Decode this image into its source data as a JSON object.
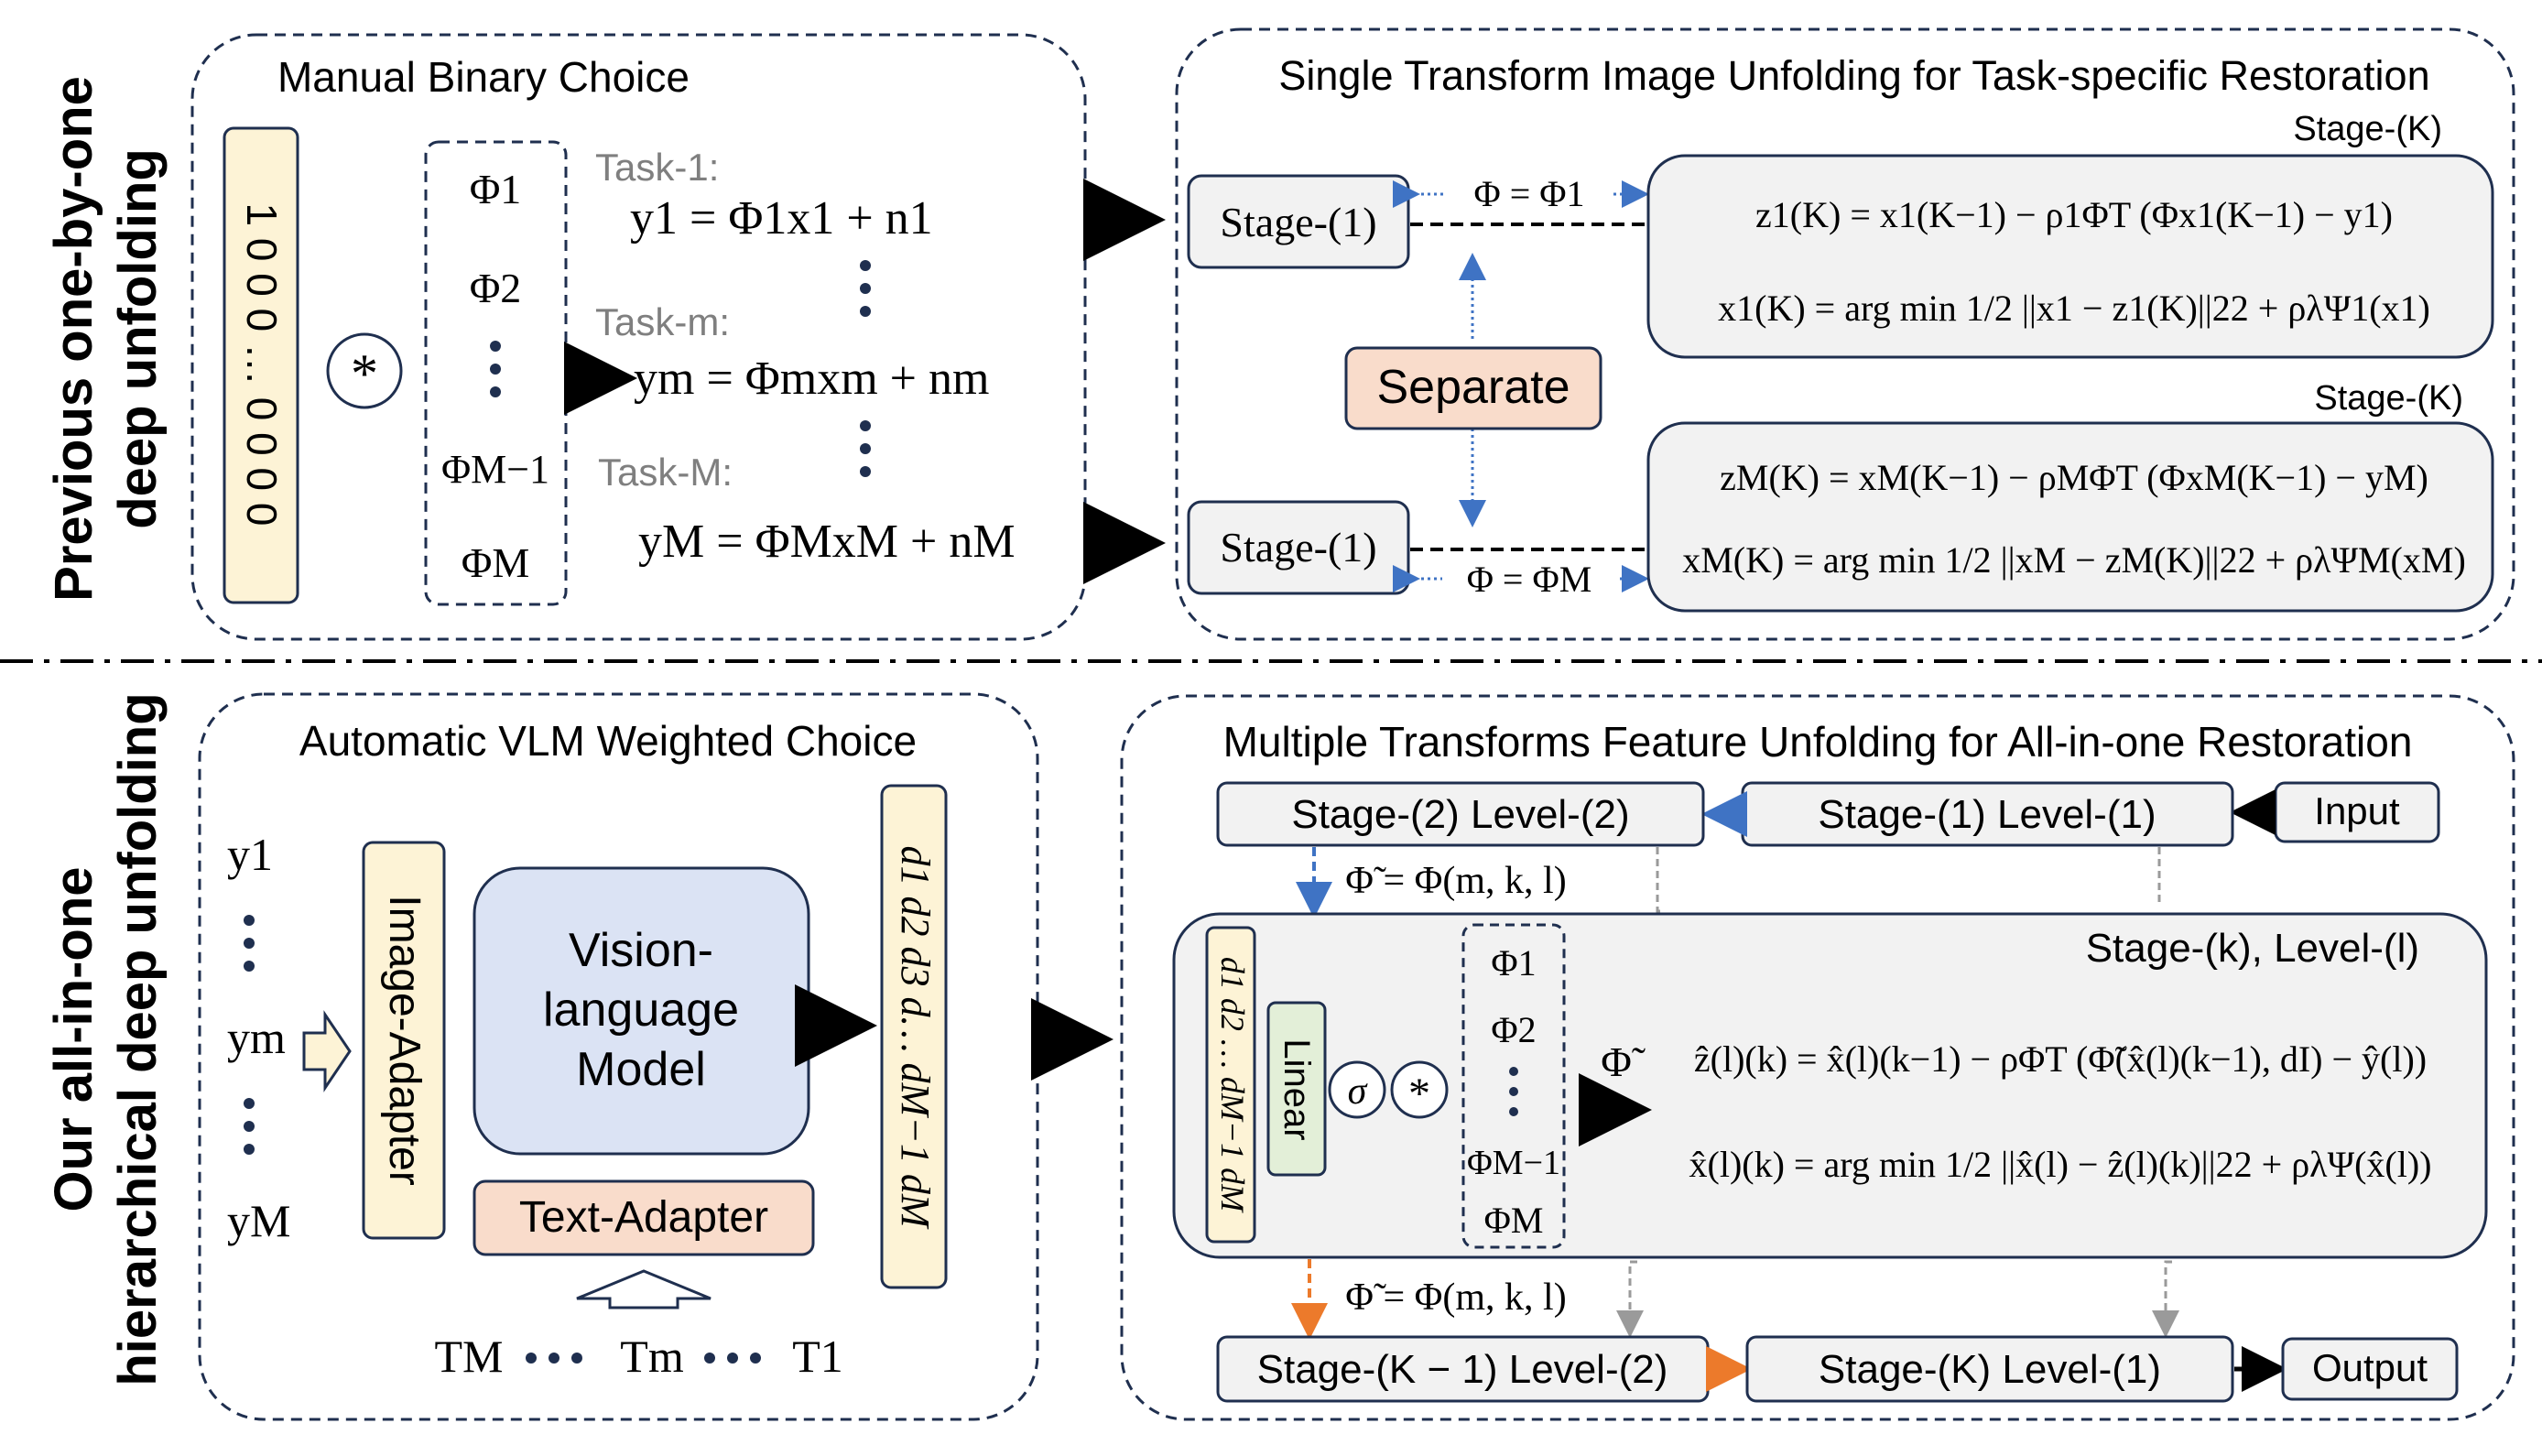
{
  "top": {
    "side_label_line1": "Previous one-by-one",
    "side_label_line2": "deep unfolding",
    "left_panel": {
      "title": "Manual Binary Choice",
      "binary_vector": "1 0 0 0 … 0 0 0 0",
      "conv_symbol": "*",
      "phis": [
        "Φ1",
        "Φ2",
        "ΦM−1",
        "ΦM"
      ],
      "tasks": [
        {
          "label": "Task-1:",
          "equation": "y1 = Φ1x1 + n1"
        },
        {
          "label": "Task-m:",
          "equation": "ym = Φmxm + nm"
        },
        {
          "label": "Task-M:",
          "equation": "yM = ΦMxM + nM"
        }
      ]
    },
    "right_panel": {
      "title": "Single Transform Image Unfolding for Task-specific Restoration",
      "stage1_label": "Stage-(1)",
      "stage1b_label": "Stage-(1)",
      "stageK_label_a": "Stage-(K)",
      "stageK_label_b": "Stage-(K)",
      "separate_label": "Separate",
      "phi_top": "Φ = Φ1",
      "phi_bottom": "Φ = ΦM",
      "eq_top_z": "z1(K) = x1(K−1) − ρ1ΦT (Φx1(K−1) − y1)",
      "eq_top_x": "x1(K) = arg min 1/2 ||x1 − z1(K)||22 + ρλΨ1(x1)",
      "eq_bottom_z": "zM(K) = xM(K−1) − ρMΦT (ΦxM(K−1) − yM)",
      "eq_bottom_x": "xM(K) = arg min 1/2 ||xM − zM(K)||22 + ρλΨM(xM)"
    }
  },
  "bottom": {
    "side_label_line1": "Our all-in-one",
    "side_label_line2": "hierarchical deep unfolding",
    "left_panel": {
      "title": "Automatic VLM Weighted Choice",
      "inputs": [
        "y1",
        "ym",
        "yM"
      ],
      "image_adapter": "Image-Adapter",
      "vlm_line1": "Vision-",
      "vlm_line2": "language",
      "vlm_line3": "Model",
      "text_adapter": "Text-Adapter",
      "weights": "d1 d2 d3 d… dM−1 dM",
      "text_inputs": [
        "TM",
        "Tm",
        "T1"
      ]
    },
    "right_panel": {
      "title": "Multiple Transforms Feature Unfolding for All-in-one Restoration",
      "input_label": "Input",
      "output_label": "Output",
      "stage_1_level_1": "Stage-(1)  Level-(1)",
      "stage_2_level_2": "Stage-(2)  Level-(2)",
      "stage_k_level_l": "Stage-(k), Level-(l)",
      "stage_Km1_level_2": "Stage-(K − 1) Level-(2)",
      "stage_K_level_1": "Stage-(K) Level-(1)",
      "phi_tilde_top": "Φ̃ = Φ(m, k, l)",
      "phi_tilde_bottom": "Φ̃ = Φ(m, k, l)",
      "weights_vertical": "d1 d2 … dM−1 dM",
      "linear_label": "Linear",
      "sigma_symbol": "σ",
      "conv_symbol": "*",
      "phis": [
        "Φ1",
        "Φ2",
        "ΦM−1",
        "ΦM"
      ],
      "phi_tilde_arrow": "Φ̃",
      "eq_z": "ẑ(l)(k) = x̂(l)(k−1) − ρΦT (Φ̃(x̂(l)(k−1), dI) − ŷ(l))",
      "eq_x": "x̂(l)(k) = arg min 1/2 ||x̂(l) − ẑ(l)(k)||22 + ρλΨ(x̂(l))"
    }
  },
  "colors": {
    "dashed_border": "#1f2f4f",
    "yellow_fill": "#fdf3d6",
    "orange_fill": "#f9dccb",
    "blue_fill": "#dbe3f4",
    "green_fill": "#e3efd8",
    "gray_fill": "#f2f2f2",
    "blue_arrow": "#3f73c4",
    "orange_arrow": "#ec7a2b",
    "gray_text": "#7f7f7f"
  }
}
